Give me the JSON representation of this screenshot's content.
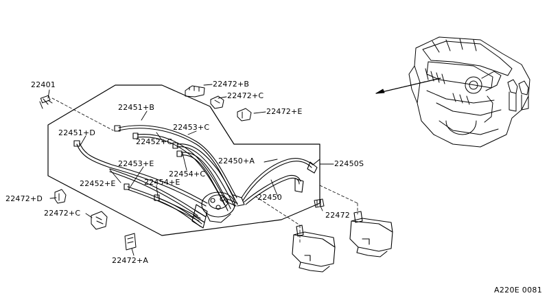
{
  "diagram": {
    "reference_code": "A220E 0081",
    "parts": {
      "p22401": "22401",
      "p22451B": "22451+B",
      "p22472B": "22472+B",
      "p22472C_top": "22472+C",
      "p22472E": "22472+E",
      "p22453C": "22453+C",
      "p22451D": "22451+D",
      "p22452C": "22452+C",
      "p22453E": "22453+E",
      "p22450A": "22450+A",
      "p22450S": "22450S",
      "p22454C": "22454+C",
      "p22452E": "22452+E",
      "p22454E": "22454+E",
      "p22450": "22450",
      "p22472D": "22472+D",
      "p22472C_low": "22472+C",
      "p22472": "22472",
      "p22472A": "22472+A"
    }
  }
}
